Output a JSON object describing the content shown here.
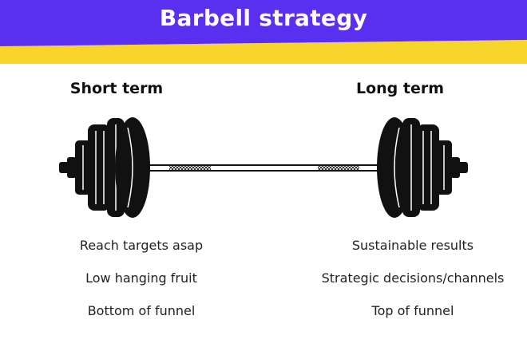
{
  "header": {
    "title": "Barbell strategy",
    "colors": {
      "band": "#5b2ff0",
      "accent": "#f7d52b"
    }
  },
  "short_term": {
    "title": "Short term",
    "items": [
      "Reach targets asap",
      "Low hanging fruit",
      "Bottom of funnel"
    ]
  },
  "long_term": {
    "title": "Long term",
    "items": [
      "Sustainable results",
      "Strategic decisions/channels",
      "Top of funnel"
    ]
  },
  "illustration": {
    "icon": "barbell-icon",
    "color": "#111111"
  }
}
